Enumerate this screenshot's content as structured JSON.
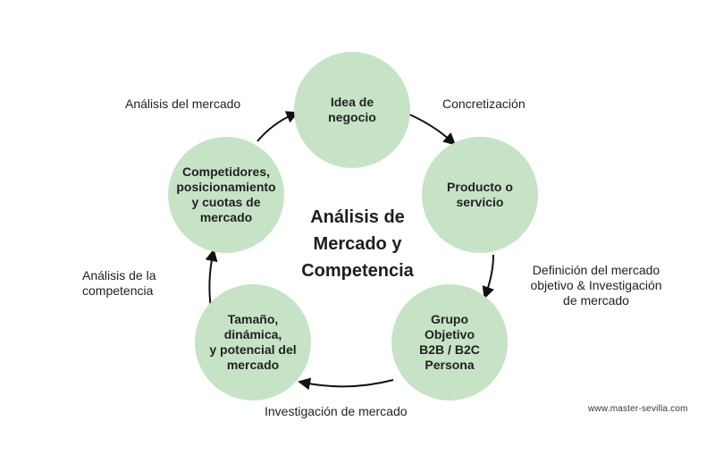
{
  "center_title": "Análisis de\nMercado y\nCompetencia",
  "nodes": [
    {
      "id": "idea",
      "label": "Idea de\nnegocio"
    },
    {
      "id": "producto",
      "label": "Producto o\nservicio"
    },
    {
      "id": "grupo",
      "label": "Grupo\nObjetivo\nB2B / B2C\nPersona"
    },
    {
      "id": "tamano",
      "label": "Tamaño,\ndinámica,\ny potencial del\nmercado"
    },
    {
      "id": "competidores",
      "label": "Competidores,\nposicionamiento\ny cuotas de\nmercado"
    }
  ],
  "edge_labels": {
    "concretizacion": "Concretización",
    "definicion": "Definición del mercado\nobjetivo & Investigación\nde mercado",
    "investigacion": "Investigación de mercado",
    "analisis_competencia": "Análisis de la\ncompetencia",
    "analisis_mercado": "Análisis del mercado"
  },
  "watermark": "www.master-sevilla.com",
  "colors": {
    "node_fill": "#c6e3c5",
    "arrow": "#111111",
    "text": "#222222"
  }
}
